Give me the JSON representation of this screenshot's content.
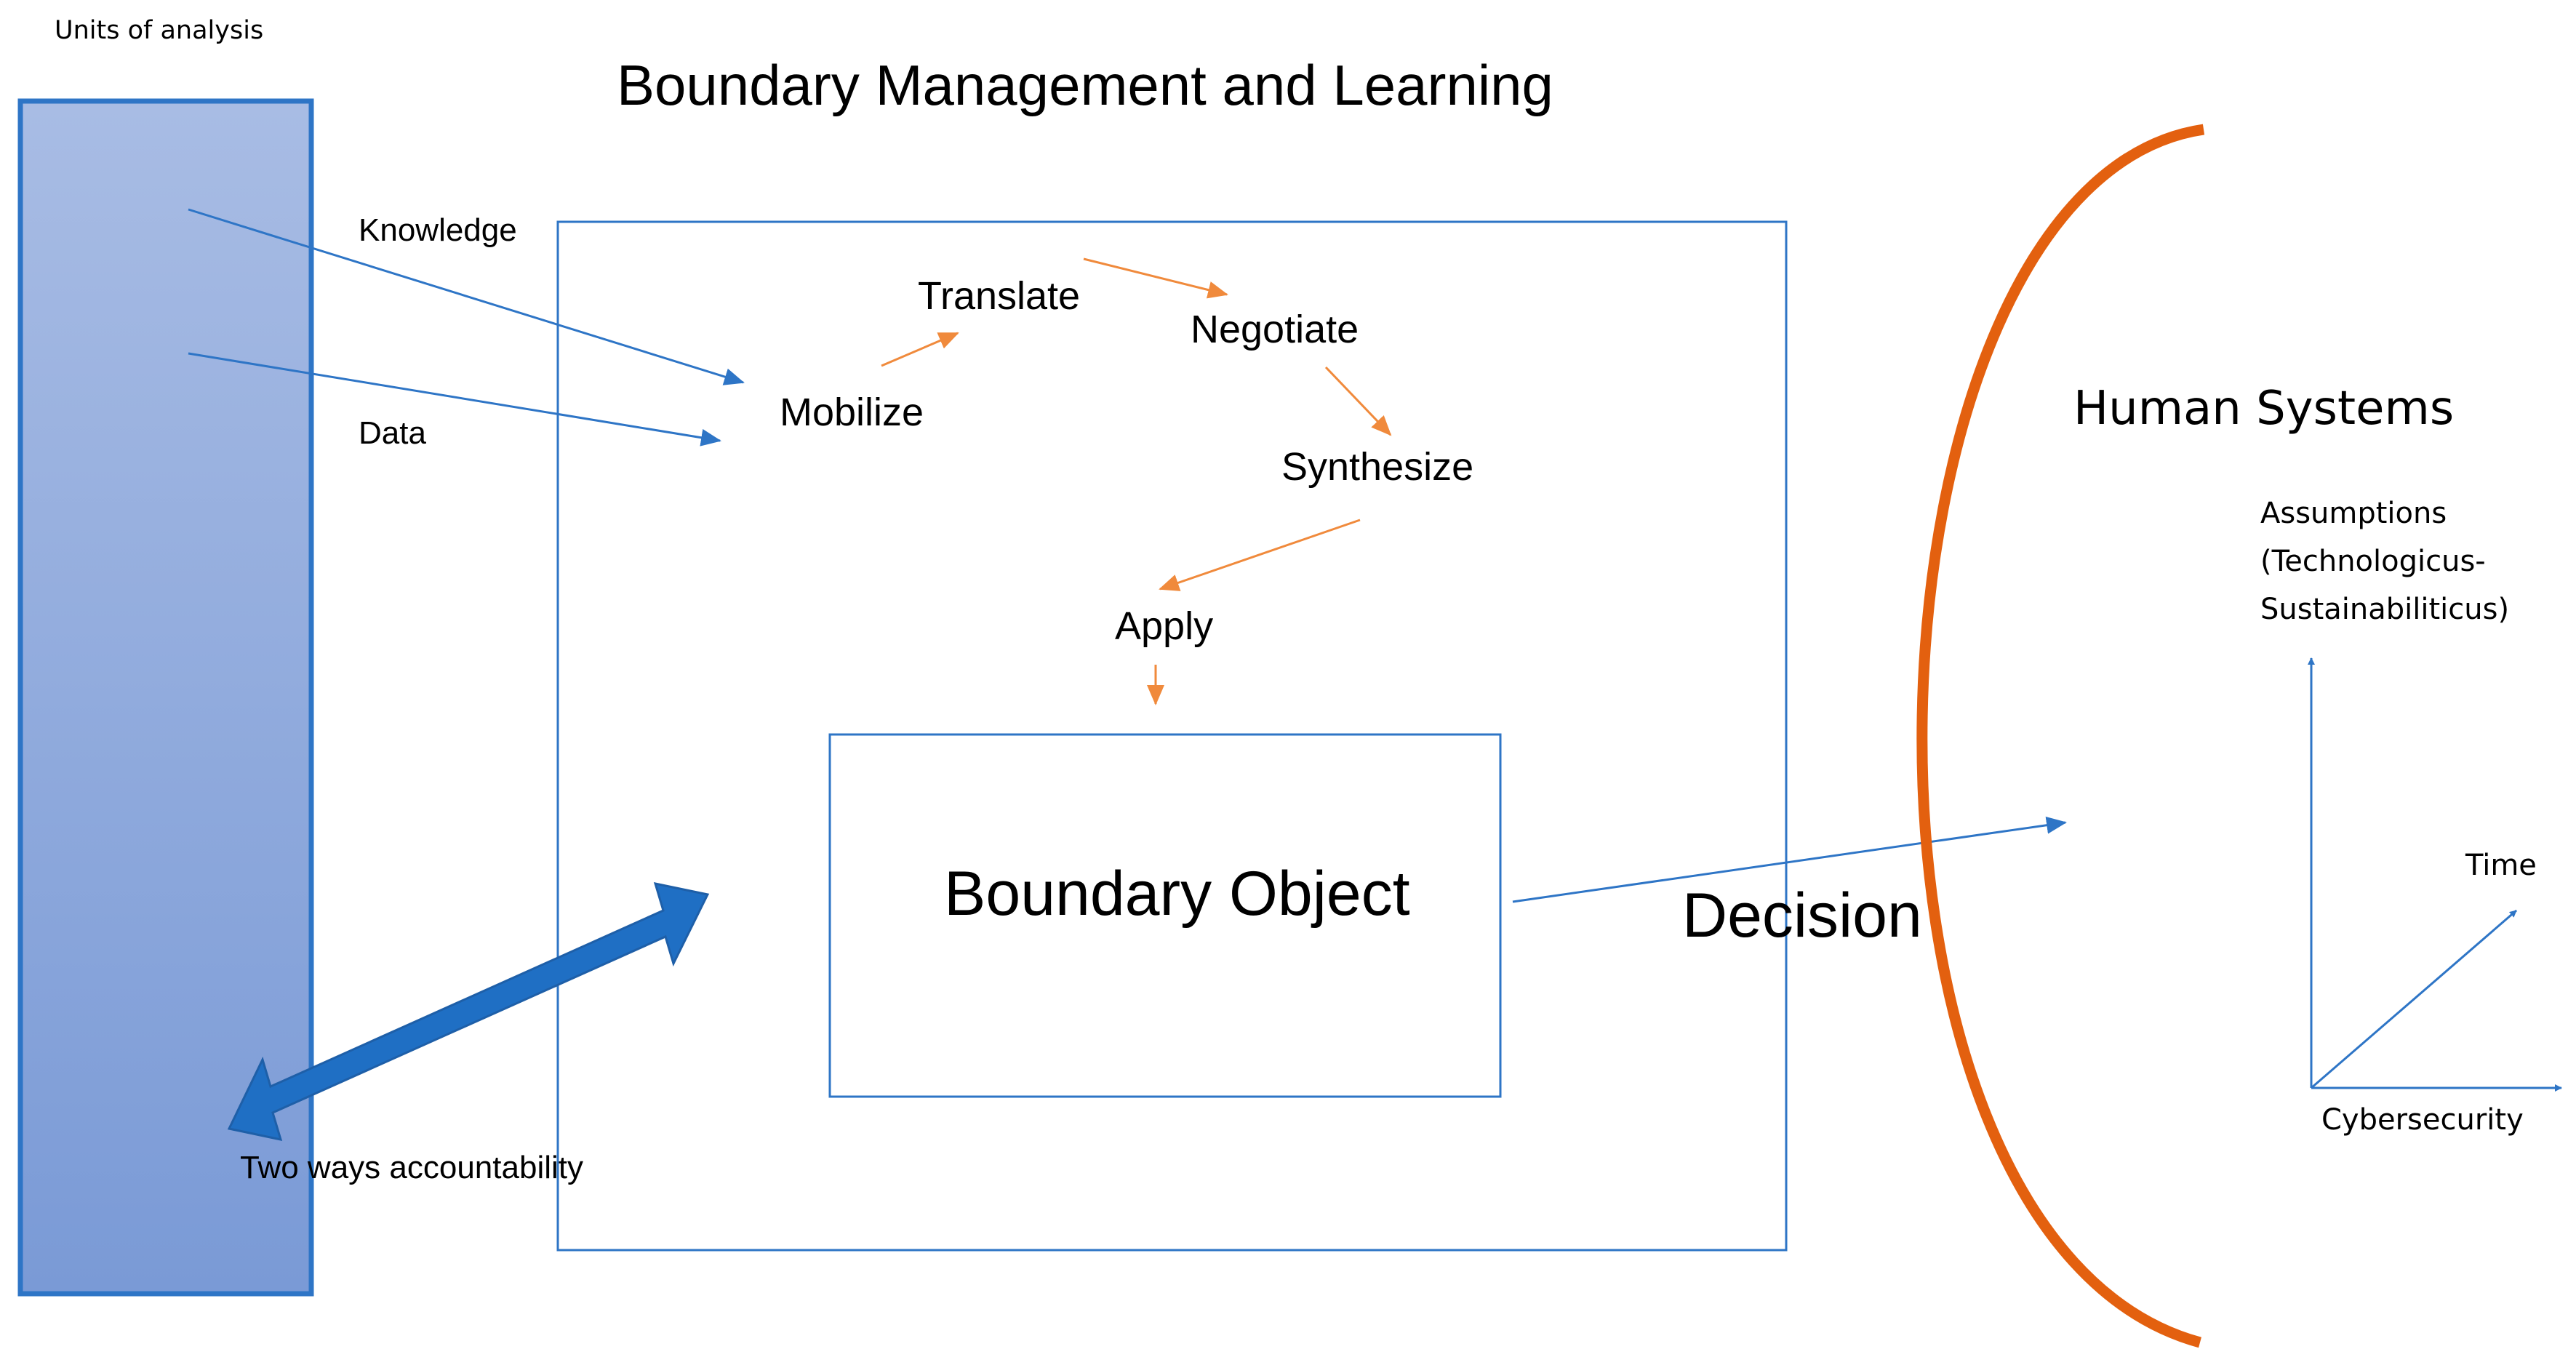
{
  "title": "Boundary Management and Learning",
  "units_label": "Units of analysis",
  "inputs": {
    "knowledge": "Knowledge",
    "data": "Data"
  },
  "process_steps": {
    "mobilize": "Mobilize",
    "translate": "Translate",
    "negotiate": "Negotiate",
    "synthesize": "Synthesize",
    "apply": "Apply"
  },
  "boundary_object": "Boundary Object",
  "decision": "Decision",
  "accountability": "Two ways accountability",
  "human_systems": {
    "title": "Human Systems",
    "y_axis_label": [
      "Assumptions",
      "(Technologicus-",
      "Sustainabiliticus)"
    ],
    "diagonal_axis_label": "Time",
    "x_axis_label": "Cybersecurity"
  },
  "colors": {
    "unit_bar_fill_top": "#a8bce4",
    "unit_bar_fill_bottom": "#7a9ad6",
    "unit_bar_border": "#2e75c6",
    "blue_line": "#2e75c6",
    "orange_line": "#f08a3c",
    "big_arrow": "#1f6fc4",
    "arc": "#e3600f"
  }
}
